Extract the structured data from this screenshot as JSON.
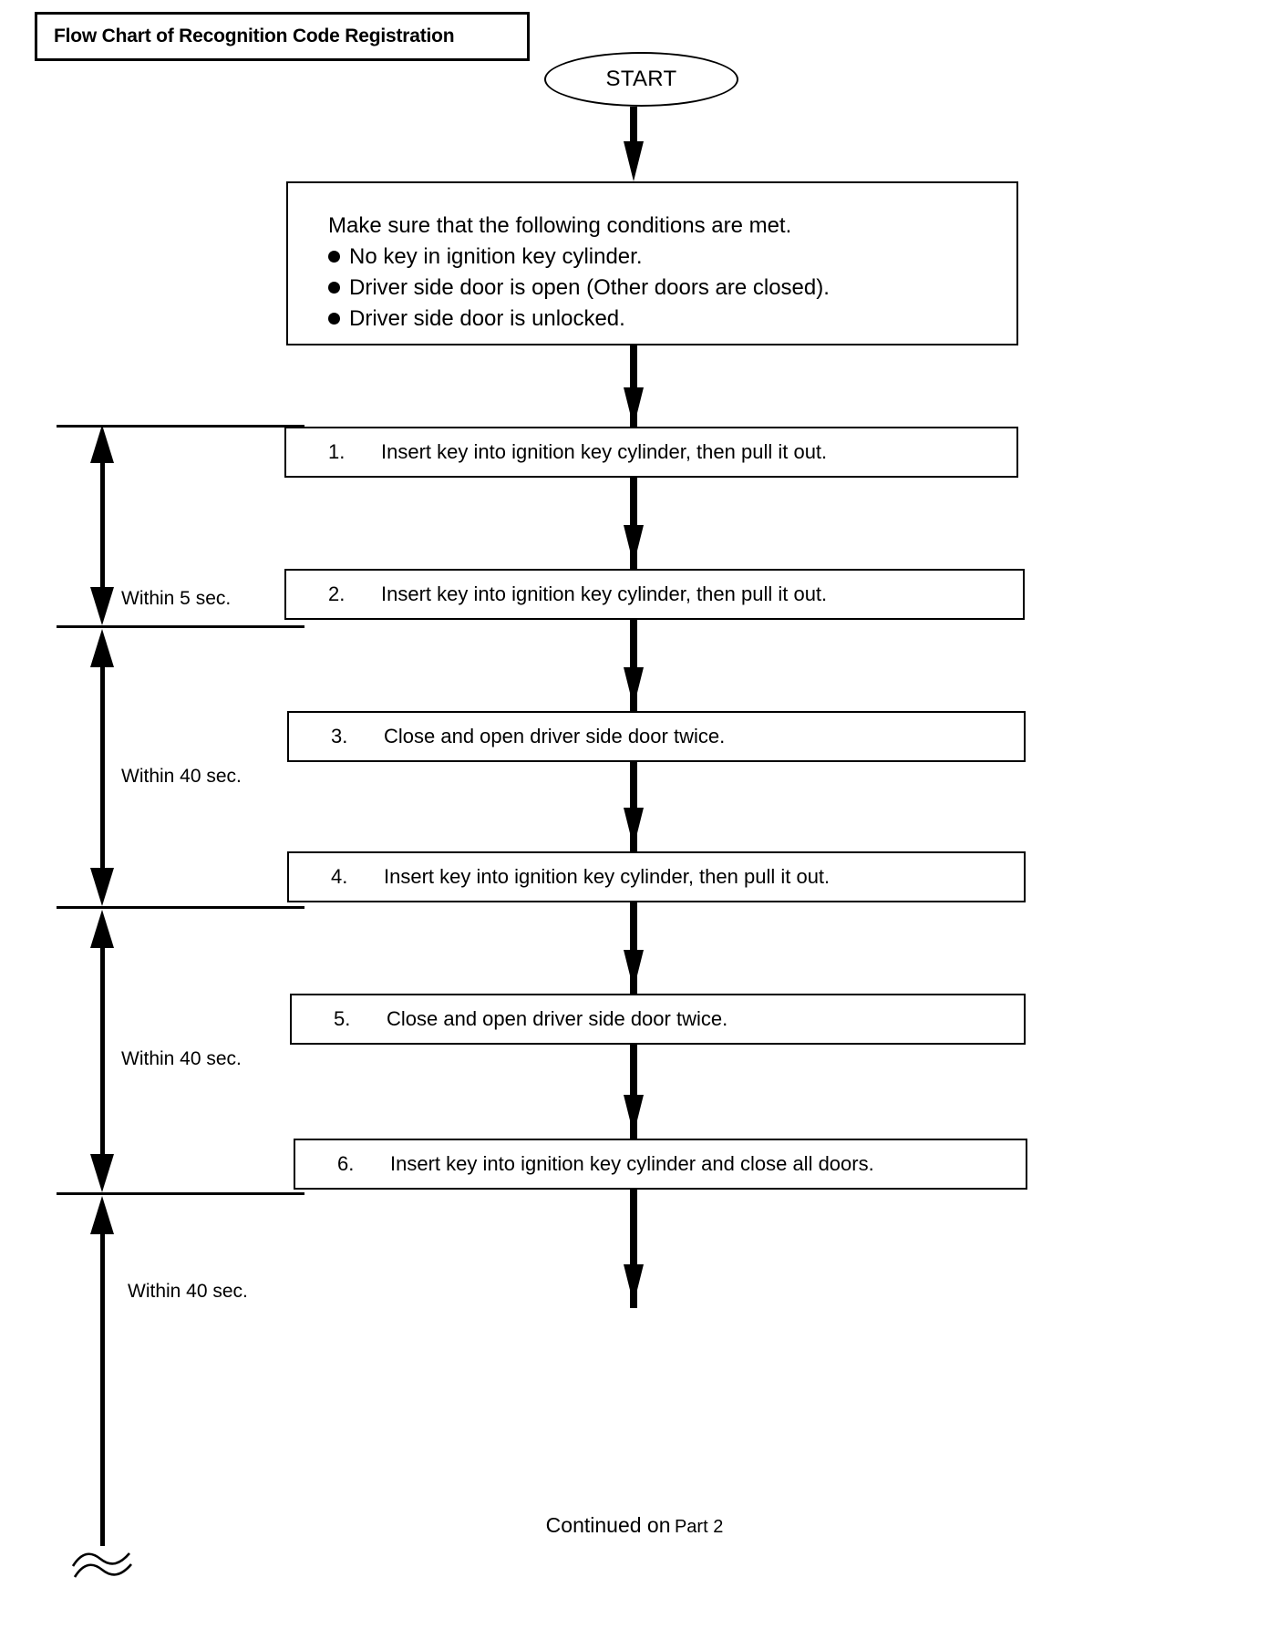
{
  "document": {
    "title": "Flow Chart of Recognition Code Registration"
  },
  "flow": {
    "start_label": "START",
    "precondition": {
      "heading": "Make sure that the following conditions are met.",
      "bullets": [
        "No key in ignition key cylinder.",
        "Driver side door is open (Other doors are closed).",
        "Driver side door is unlocked."
      ]
    },
    "steps": [
      {
        "number": "1.",
        "text": "Insert key into ignition key cylinder, then pull it out."
      },
      {
        "number": "2.",
        "text": "Insert key into ignition key cylinder, then pull it out."
      },
      {
        "number": "3.",
        "text": "Close and open driver side door twice."
      },
      {
        "number": "4.",
        "text": "Insert key into ignition key cylinder, then pull it out."
      },
      {
        "number": "5.",
        "text": "Close and open driver side door twice."
      },
      {
        "number": "6.",
        "text": "Insert key into ignition key cylinder and close all doors."
      }
    ],
    "timing_labels": [
      {
        "text": "Within 5 sec."
      },
      {
        "text": "Within 40 sec."
      },
      {
        "text": "Within 40 sec."
      },
      {
        "text": "Within 40 sec."
      }
    ],
    "footer": {
      "continued_prefix": "Continued on",
      "continued_target": "Part 2"
    }
  },
  "chart_data": {
    "type": "diagram",
    "title": "Flow Chart of Recognition Code Registration",
    "nodes": [
      {
        "id": "start",
        "shape": "ellipse",
        "label": "START"
      },
      {
        "id": "precond",
        "shape": "rect",
        "label": "Make sure that the following conditions are met. • No key in ignition key cylinder. • Driver side door is open (Other doors are closed). • Driver side door is unlocked."
      },
      {
        "id": "s1",
        "shape": "rect",
        "label": "1. Insert key into ignition key cylinder, then pull it out."
      },
      {
        "id": "s2",
        "shape": "rect",
        "label": "2. Insert key into ignition key cylinder, then pull it out."
      },
      {
        "id": "s3",
        "shape": "rect",
        "label": "3. Close and open driver side door twice."
      },
      {
        "id": "s4",
        "shape": "rect",
        "label": "4. Insert key into ignition key cylinder, then pull it out."
      },
      {
        "id": "s5",
        "shape": "rect",
        "label": "5. Close and open driver side door twice."
      },
      {
        "id": "s6",
        "shape": "rect",
        "label": "6. Insert key into ignition key cylinder and close all doors."
      },
      {
        "id": "cont",
        "shape": "text",
        "label": "Continued on Part 2"
      }
    ],
    "edges": [
      {
        "from": "start",
        "to": "precond"
      },
      {
        "from": "precond",
        "to": "s1"
      },
      {
        "from": "s1",
        "to": "s2",
        "annotation": "Within 5 sec."
      },
      {
        "from": "s2",
        "to": "s3"
      },
      {
        "from": "s3",
        "to": "s4",
        "annotation": "Within 40 sec."
      },
      {
        "from": "s4",
        "to": "s5"
      },
      {
        "from": "s5",
        "to": "s6",
        "annotation": "Within 40 sec."
      },
      {
        "from": "s6",
        "to": "cont",
        "annotation": "Within 40 sec."
      }
    ]
  }
}
